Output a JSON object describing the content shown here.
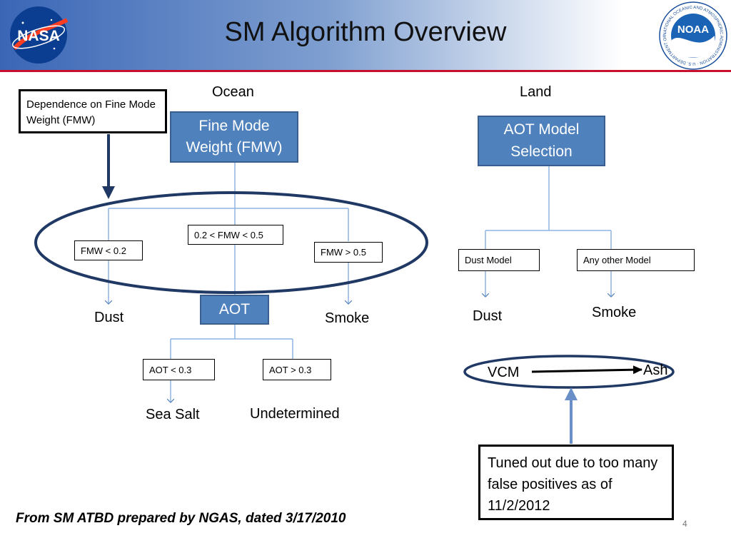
{
  "slide": {
    "title": "SM Algorithm Overview",
    "page_number": "4",
    "footer": "From SM ATBD prepared by NGAS, dated 3/17/2010"
  },
  "logos": {
    "nasa_text": "NASA",
    "noaa_text": "NOAA",
    "noaa_ring_text": "NATIONAL OCEANIC AND ATMOSPHERIC ADMINISTRATION · U.S. DEPARTMENT OF COMMERCE"
  },
  "ocean": {
    "heading": "Ocean",
    "callout": "Dependence on Fine Mode Weight (FMW)",
    "fmw_box": "Fine Mode\nWeight (FMW)",
    "branches": [
      "FMW < 0.2",
      "0.2 < FMW < 0.5",
      "FMW > 0.5"
    ],
    "results": [
      "Dust",
      "Smoke"
    ],
    "aot_box": "AOT",
    "aot_branches": [
      "AOT < 0.3",
      "AOT > 0.3"
    ],
    "aot_results": [
      "Sea Salt",
      "Undetermined"
    ]
  },
  "land": {
    "heading": "Land",
    "aot_model_box": "AOT Model\nSelection",
    "branches": [
      "Dust Model",
      "Any other Model"
    ],
    "results": [
      "Dust",
      "Smoke"
    ],
    "vcm_left": "VCM",
    "vcm_right": "Ash",
    "note": "Tuned out due to too many false positives as of 11/2/2012"
  },
  "colors": {
    "box_blue": "#4f81bd",
    "line_blue": "#8eb4e3",
    "ellipse_navy": "#1f3864",
    "arrow_steel": "#6a8fc8",
    "header_red": "#c8102e"
  }
}
